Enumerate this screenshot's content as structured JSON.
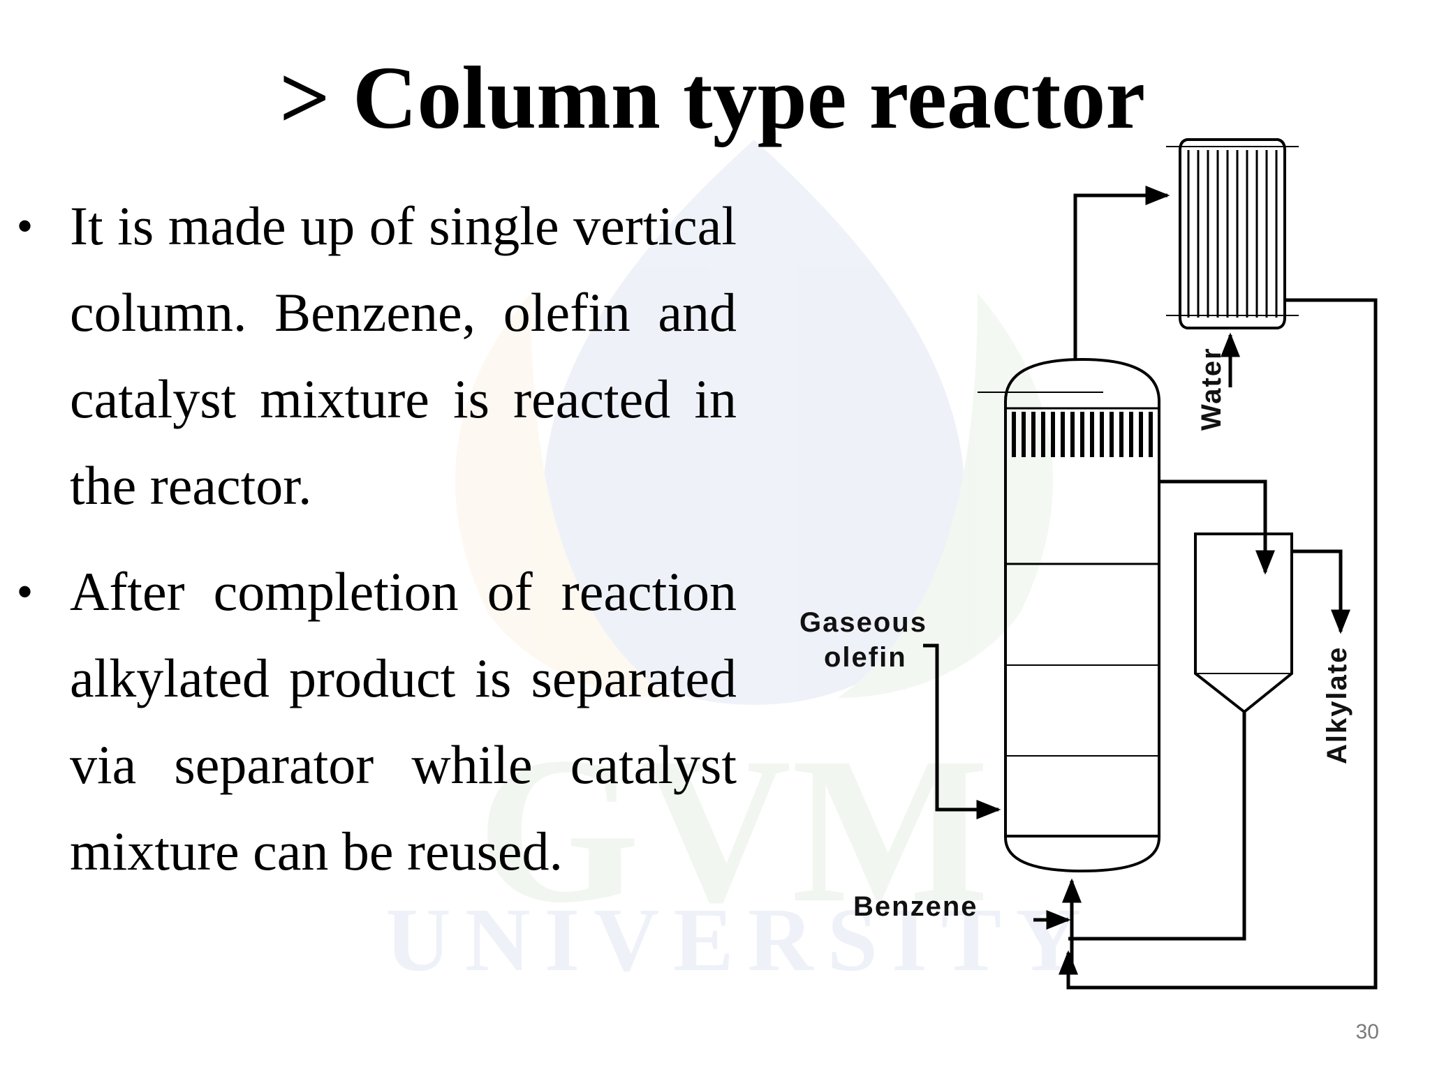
{
  "slide": {
    "title": "> Column type reactor",
    "bullets": [
      {
        "text": "It is made up of single vertical column. Benzene, olefin and catalyst mixture is reacted in the reactor."
      },
      {
        "text": "After completion of reaction alkylated product is separated via separator while catalyst mixture can be reused."
      }
    ],
    "bullet_glyph": "•",
    "page_number": "30"
  },
  "diagram": {
    "labels": {
      "gaseous": "Gaseous",
      "olefin": "olefin",
      "benzene": "Benzene",
      "water": "Water",
      "alkylate": "Alkylate"
    }
  },
  "watermark": {
    "text": "GVM",
    "subtext": "UNIVERSITY"
  },
  "colors": {
    "text": "#000000",
    "page_number": "#7a7a7a",
    "watermark_blue": "#1f4fa8",
    "watermark_orange": "#e8a23a",
    "watermark_green": "#5a9a4a"
  }
}
